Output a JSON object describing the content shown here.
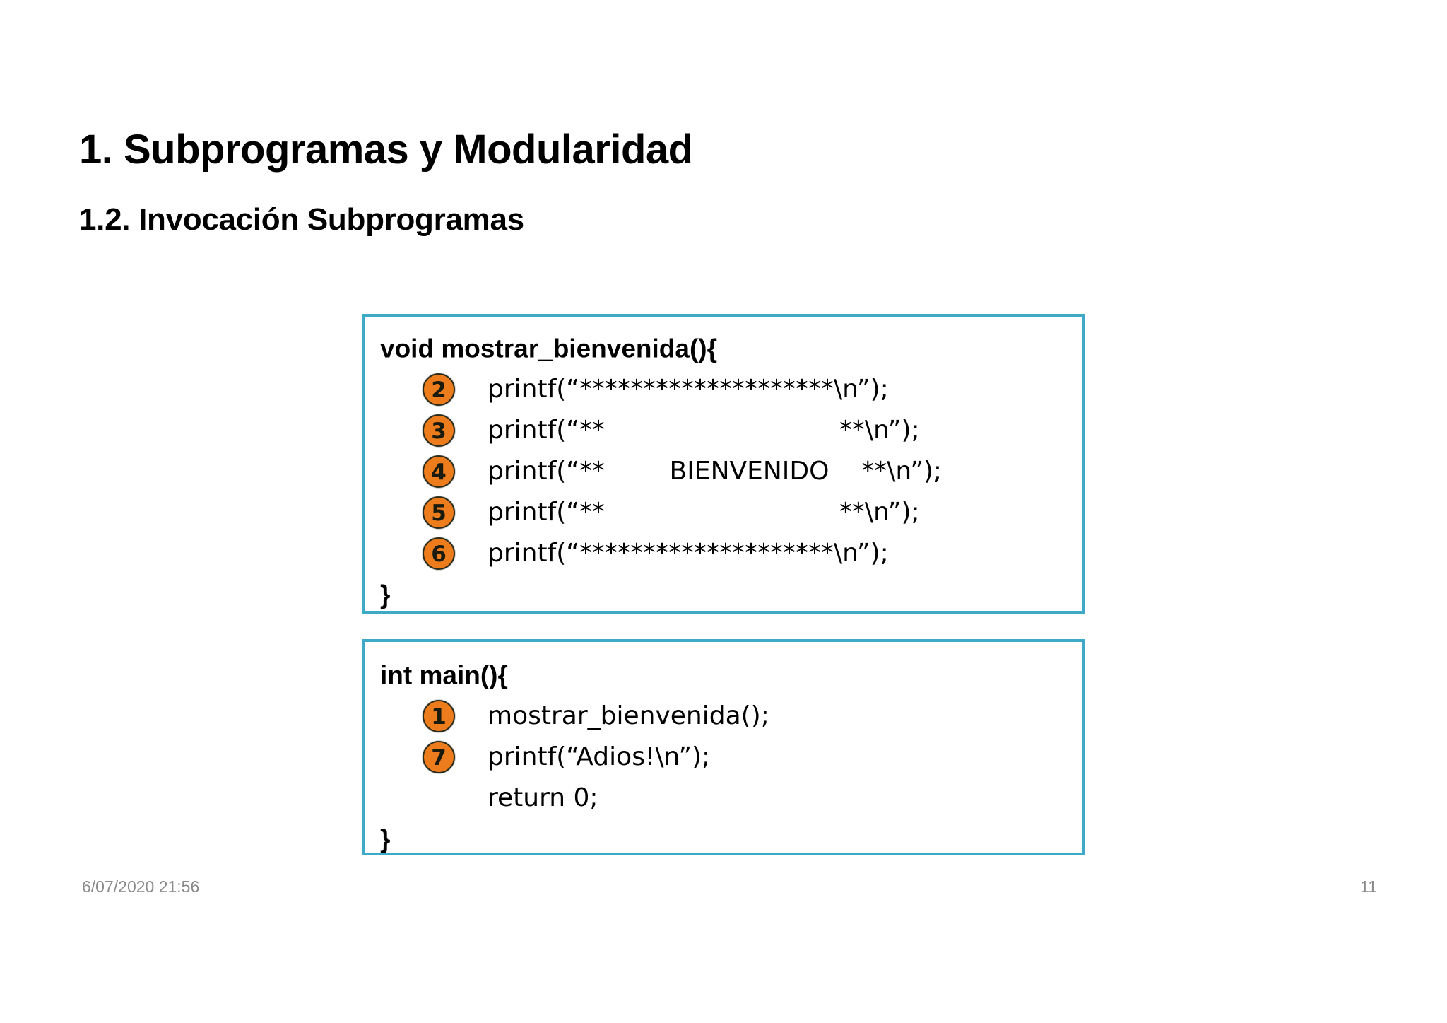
{
  "slide": {
    "title": "1. Subprogramas y Modularidad",
    "subtitle": "1.2. Invocación Subprogramas",
    "accent_border_color": "#3FA9C8",
    "step_badge_color": "#ED7D1C",
    "background_color": "#FFFFFF"
  },
  "code_boxes": [
    {
      "name": "mostrar-bienvenida-function",
      "lines": [
        {
          "step": "",
          "text": "void mostrar_bienvenida(){",
          "kind": "header"
        },
        {
          "step": "2",
          "text": "printf(“********************\\n”);",
          "kind": "stmt"
        },
        {
          "step": "3",
          "text": "printf(“**                             **\\n”);",
          "kind": "stmt"
        },
        {
          "step": "4",
          "text": "printf(“**        BIENVENIDO    **\\n”);",
          "kind": "stmt"
        },
        {
          "step": "5",
          "text": "printf(“**                             **\\n”);",
          "kind": "stmt"
        },
        {
          "step": "6",
          "text": "printf(“********************\\n”);",
          "kind": "stmt"
        },
        {
          "step": "",
          "text": "}",
          "kind": "brace"
        }
      ]
    },
    {
      "name": "main-function",
      "lines": [
        {
          "step": "",
          "text": "int main(){",
          "kind": "header"
        },
        {
          "step": "1",
          "text": "mostrar_bienvenida();",
          "kind": "stmt"
        },
        {
          "step": "7",
          "text": "printf(“Adios!\\n”);",
          "kind": "stmt"
        },
        {
          "step": "",
          "text": "return 0;",
          "kind": "stmt"
        },
        {
          "step": "",
          "text": "}",
          "kind": "brace"
        }
      ]
    }
  ],
  "footer": {
    "date": "6/07/2020 21:56",
    "page_number": "11"
  }
}
